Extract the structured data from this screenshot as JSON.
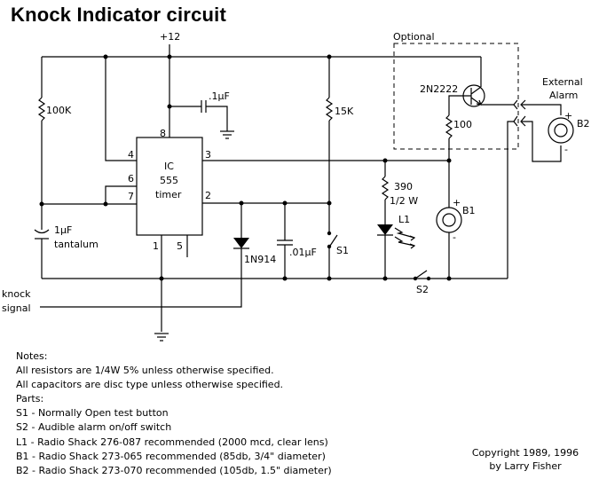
{
  "title": "Knock Indicator circuit",
  "schematic": {
    "supply_label": "+12",
    "optional_label": "Optional",
    "external_alarm_label": [
      "External",
      "Alarm"
    ],
    "components": {
      "r_100k": "100K",
      "c_01uf": ".1µF",
      "r_15k": "15K",
      "transistor": "2N2222",
      "r_100": "100",
      "c_1uf": [
        "1µF",
        "tantalum"
      ],
      "ic": [
        "IC",
        "555",
        "timer"
      ],
      "diode": "1N914",
      "c_001uf": ".01µF",
      "s1": "S1",
      "r_390": [
        "390",
        "1/2 W"
      ],
      "l1": "L1",
      "b1": "B1",
      "b2": "B2",
      "s2": "S2",
      "knock_signal": [
        "knock",
        "signal"
      ]
    },
    "ic_pins": {
      "p1": "1",
      "p2": "2",
      "p3": "3",
      "p4": "4",
      "p5": "5",
      "p6": "6",
      "p7": "7",
      "p8": "8"
    },
    "polarity": {
      "plus": "+",
      "minus": "-"
    }
  },
  "notes": [
    "Notes:",
    "All resistors are 1/4W 5% unless otherwise specified.",
    "All capacitors are disc type unless otherwise specified.",
    "Parts:",
    "S1 - Normally Open test button",
    "S2 - Audible alarm on/off switch",
    "L1 - Radio Shack 276-087 recommended (2000 mcd, clear lens)",
    "B1 - Radio Shack 273-065 recommended (85db, 3/4\" diameter)",
    "B2 - Radio Shack 273-070 recommended (105db, 1.5\" diameter)"
  ],
  "copyright": [
    "Copyright 1989, 1996",
    "by Larry Fisher"
  ]
}
